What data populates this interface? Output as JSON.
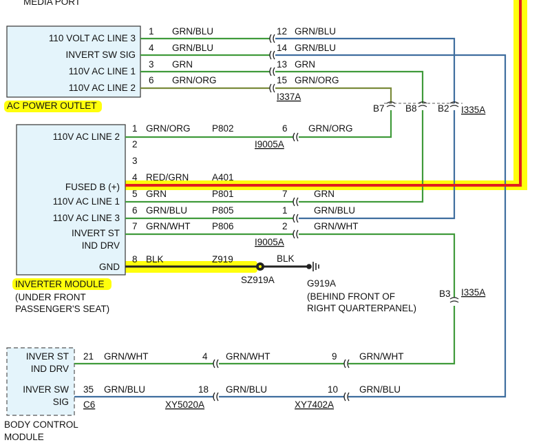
{
  "top_label": "MEDIA PORT",
  "colors": {
    "wire_green": "#3f9a3a",
    "wire_blue": "#3e6d9e",
    "wire_red": "#e01f1f",
    "wire_black": "#222222",
    "highlight": "#ffff00",
    "module_fill": "#e4f4fb"
  },
  "ac_outlet": {
    "name": "AC POWER OUTLET",
    "pins": [
      {
        "label": "110 VOLT AC LINE 3",
        "pin": "1",
        "color": "GRN/BLU"
      },
      {
        "label": "INVERT SW SIG",
        "pin": "4",
        "color": "GRN/BLU"
      },
      {
        "label": "110V AC LINE 1",
        "pin": "3",
        "color": "GRN"
      },
      {
        "label": "110V AC LINE 2",
        "pin": "6",
        "color": "GRN/ORG"
      }
    ],
    "connector_pins": [
      {
        "pin": "12",
        "color": "GRN/BLU"
      },
      {
        "pin": "14",
        "color": "GRN/BLU"
      },
      {
        "pin": "13",
        "color": "GRN"
      },
      {
        "pin": "15",
        "color": "GRN/ORG"
      }
    ],
    "connector": "I337A"
  },
  "splices": {
    "b7": "B7",
    "b8": "B8",
    "b2": "B2",
    "connector": "I335A",
    "b3": "B3",
    "b3_connector": "I335A"
  },
  "inverter": {
    "name": "INVERTER MODULE",
    "location_1": "(UNDER FRONT",
    "location_2": "PASSENGER'S SEAT)",
    "pins": [
      {
        "label": "110V AC LINE 2",
        "pin": "1",
        "color": "GRN/ORG",
        "circuit": "P802",
        "conn_pin": "6",
        "right_color": "GRN/ORG"
      },
      {
        "label": "",
        "pin": "2",
        "color": "",
        "circuit": "",
        "conn_pin": "",
        "right_color": ""
      },
      {
        "label": "",
        "pin": "3",
        "color": "",
        "circuit": "",
        "conn_pin": "",
        "right_color": ""
      },
      {
        "label": "FUSED B (+)",
        "pin": "4",
        "color": "RED/GRN",
        "circuit": "A401",
        "conn_pin": "",
        "right_color": ""
      },
      {
        "label": "110V AC LINE 1",
        "pin": "5",
        "color": "GRN",
        "circuit": "P801",
        "conn_pin": "7",
        "right_color": "GRN"
      },
      {
        "label": "110V AC LINE 3",
        "pin": "6",
        "color": "GRN/BLU",
        "circuit": "P805",
        "conn_pin": "1",
        "right_color": "GRN/BLU"
      },
      {
        "label_1": "INVERT ST",
        "label_2": "IND DRV",
        "pin": "7",
        "color": "GRN/WHT",
        "circuit": "P806",
        "conn_pin": "2",
        "right_color": "GRN/WHT"
      },
      {
        "label": "GND",
        "pin": "8",
        "color": "BLK",
        "circuit": "Z919",
        "conn_pin": "",
        "right_color": "BLK"
      }
    ],
    "connector_top": "I9005A",
    "connector_bottom": "I9005A",
    "splice_name": "SZ919A",
    "ground_name": "G919A",
    "ground_location_1": "(BEHIND FRONT OF",
    "ground_location_2": "RIGHT QUARTERPANEL)"
  },
  "bcm": {
    "name_1": "BODY CONTROL",
    "name_2": "MODULE",
    "pin_a_label_1": "INVER ST",
    "pin_a_label_2": "IND DRV",
    "pin_b_label_1": "INVER SW",
    "pin_b_label_2": "SIG",
    "connector": "C6",
    "row_a": {
      "pin": "21",
      "color": "GRN/WHT",
      "mid_pin": "4",
      "mid_color": "GRN/WHT",
      "far_pin": "9",
      "far_color": "GRN/WHT"
    },
    "row_b": {
      "pin": "35",
      "color": "GRN/BLU",
      "mid_pin": "18",
      "mid_color": "GRN/BLU",
      "far_pin": "10",
      "far_color": "GRN/BLU"
    },
    "mid_connector": "XY5020A",
    "far_connector": "XY7402A"
  }
}
